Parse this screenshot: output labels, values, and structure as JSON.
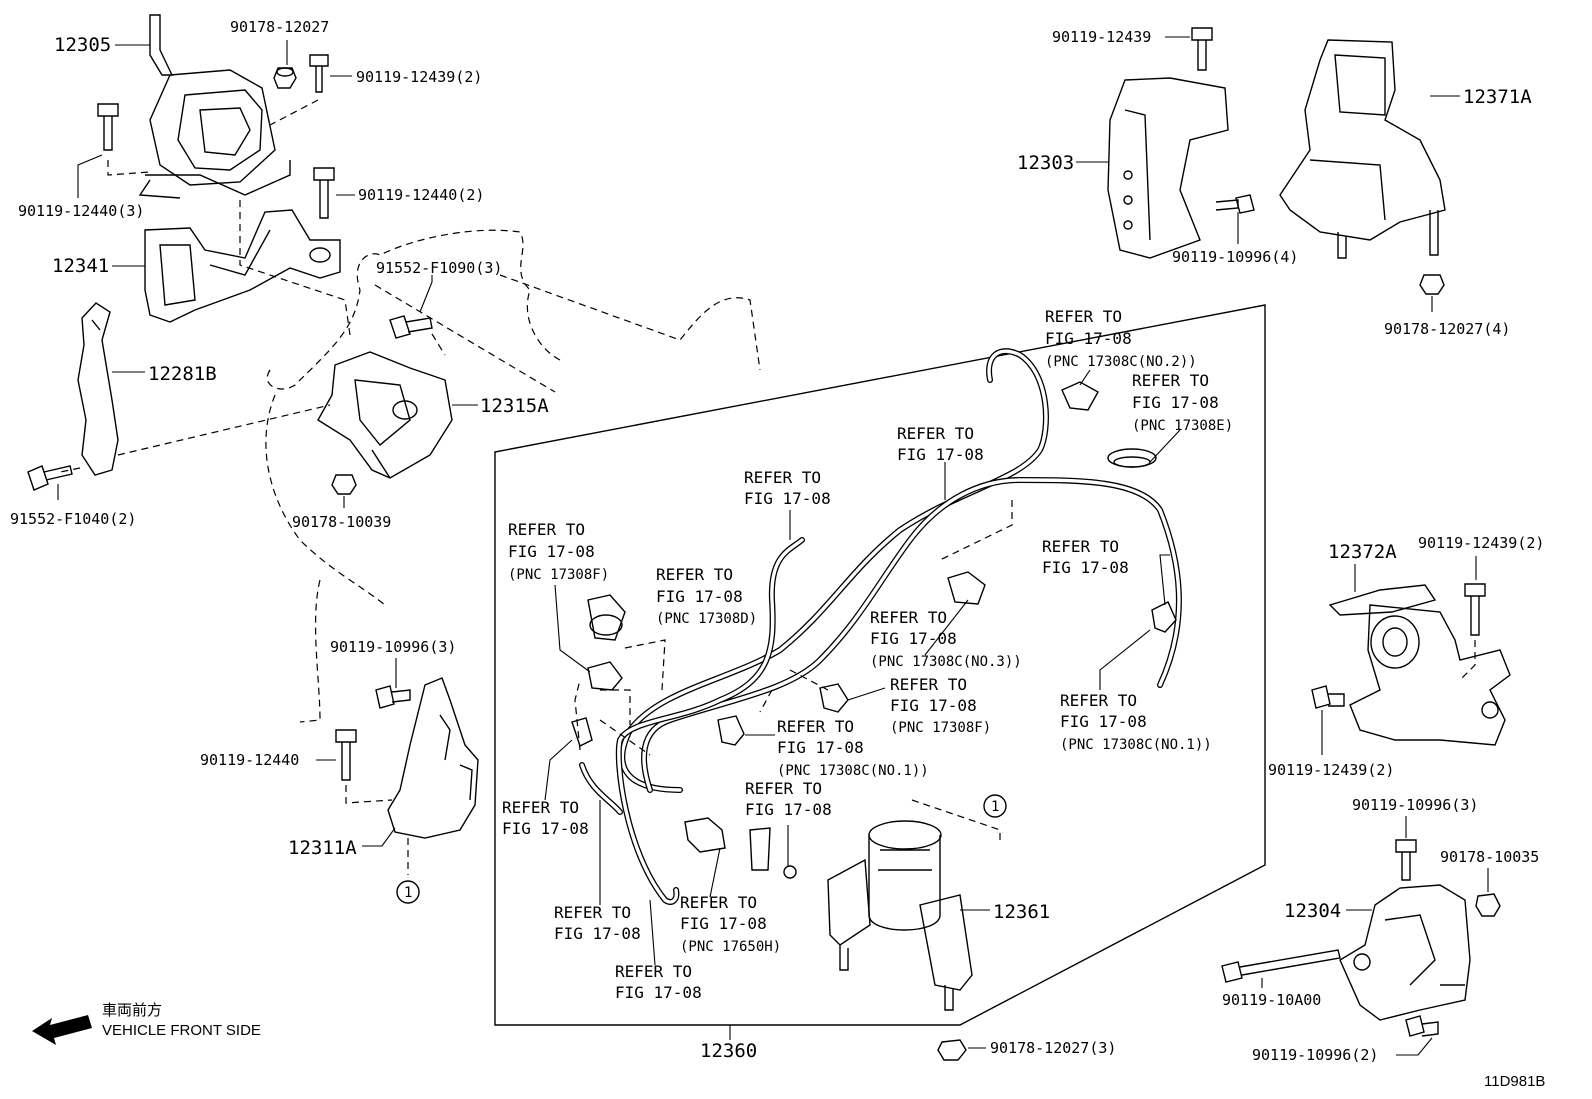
{
  "labels": {
    "p12305": "12305",
    "p90178_12027": "90178-12027",
    "p90119_12439_2a": "90119-12439(2)",
    "p90119_12440_3": "90119-12440(3)",
    "p90119_12440_2": "90119-12440(2)",
    "p12341": "12341",
    "p91552_F1090_3": "91552-F1090(3)",
    "p12281B": "12281B",
    "p12315A": "12315A",
    "p91552_F1040_2": "91552-F1040(2)",
    "p90178_10039": "90178-10039",
    "p90119_10996_3a": "90119-10996(3)",
    "p90119_12440": "90119-12440",
    "p12311A": "12311A",
    "p90119_12439": "90119-12439",
    "p12371A": "12371A",
    "p12303": "12303",
    "p90119_10996_4": "90119-10996(4)",
    "p90178_12027_4": "90178-12027(4)",
    "p12372A": "12372A",
    "p90119_12439_2b": "90119-12439(2)",
    "p90119_12439_2c": "90119-12439(2)",
    "p90119_10996_3b": "90119-10996(3)",
    "p90178_10035": "90178-10035",
    "p12304": "12304",
    "p90119_10A00": "90119-10A00",
    "p90119_10996_2": "90119-10996(2)",
    "p12361": "12361",
    "p12360": "12360",
    "p90178_12027_3": "90178-12027(3)",
    "circle1": "1",
    "ref_to": "REFER TO",
    "fig": "FIG 17-08",
    "pnc_c2": "(PNC 17308C(NO.2))",
    "pnc_e": "(PNC 17308E)",
    "pnc_f": "(PNC 17308F)",
    "pnc_d": "(PNC 17308D)",
    "pnc_c3": "(PNC 17308C(NO.3))",
    "pnc_c1": "(PNC 17308C(NO.1))",
    "pnc_h": "(PNC 17650H)",
    "front_jp": "車両前方",
    "front_en": "VEHICLE FRONT SIDE",
    "diagram_id": "11D981B"
  }
}
